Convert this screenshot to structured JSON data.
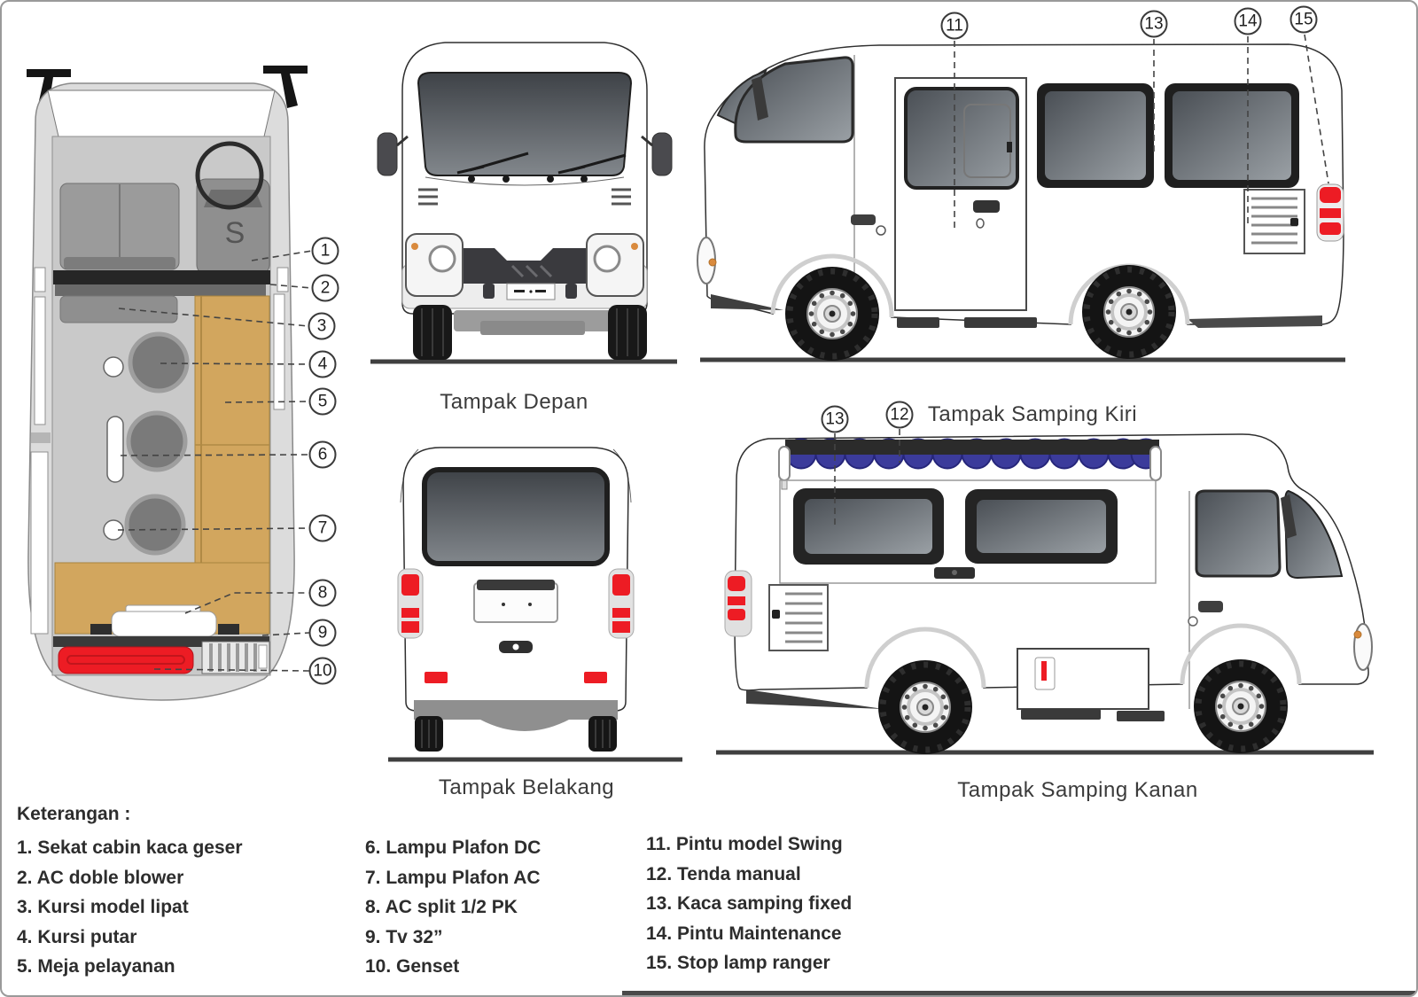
{
  "views": {
    "plan": {
      "seat_letter": "S"
    },
    "front": {
      "label": "Tampak Depan"
    },
    "side_left": {
      "label": "Tampak Samping Kiri"
    },
    "rear": {
      "label": "Tampak Belakang"
    },
    "side_right": {
      "label": "Tampak Samping Kanan"
    }
  },
  "callouts": {
    "plan": [
      "1",
      "2",
      "3",
      "4",
      "5",
      "6",
      "7",
      "8",
      "9",
      "10"
    ],
    "side_left": [
      "11",
      "13",
      "14",
      "15"
    ],
    "side_right": [
      "13",
      "12"
    ]
  },
  "legend": {
    "heading": "Keterangan :",
    "columns": [
      [
        "1. Sekat cabin kaca geser",
        "2. AC doble blower",
        "3. Kursi model lipat",
        "4. Kursi putar",
        "5. Meja pelayanan"
      ],
      [
        "6. Lampu Plafon DC",
        "7. Lampu Plafon AC",
        "8. AC split 1/2 PK",
        "9. Tv 32”",
        "10. Genset"
      ],
      [
        "11. Pintu model Swing",
        "12. Tenda manual",
        "13. Kaca samping fixed",
        "14. Pintu Maintenance",
        "15. Stop lamp ranger"
      ]
    ]
  },
  "colors": {
    "accent_red": "#ED1C24",
    "table_tan": "#D2A65E",
    "awning_blue": "#3B3B9B",
    "body_gray": "#DCDCDC",
    "interior_gray": "#C9C9C9",
    "dark": "#2E2E2E"
  }
}
